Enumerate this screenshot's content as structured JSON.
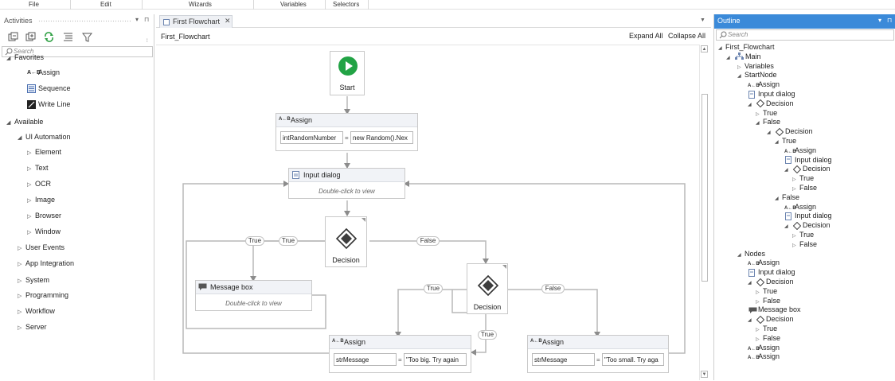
{
  "menu": [
    "File",
    "Edit",
    "Wizards",
    "Variables",
    "Selectors"
  ],
  "activities": {
    "title": "Activities",
    "search_placeholder": "Search",
    "tree": [
      {
        "label": "Favorites",
        "twisty": "expanded",
        "level": 0
      },
      {
        "label": "Assign",
        "icon": "assign",
        "level": 2
      },
      {
        "label": "Sequence",
        "icon": "sequence",
        "level": 2
      },
      {
        "label": "Write Line",
        "icon": "writeline",
        "level": 2
      },
      {
        "label": "Available",
        "twisty": "expanded",
        "level": 0
      },
      {
        "label": "UI Automation",
        "twisty": "expanded",
        "level": 1
      },
      {
        "label": "Element",
        "twisty": "collapsed",
        "level": 2
      },
      {
        "label": "Text",
        "twisty": "collapsed",
        "level": 2
      },
      {
        "label": "OCR",
        "twisty": "collapsed",
        "level": 2
      },
      {
        "label": "Image",
        "twisty": "collapsed",
        "level": 2
      },
      {
        "label": "Browser",
        "twisty": "collapsed",
        "level": 2
      },
      {
        "label": "Window",
        "twisty": "collapsed",
        "level": 2
      },
      {
        "label": "User Events",
        "twisty": "collapsed",
        "level": 1
      },
      {
        "label": "App Integration",
        "twisty": "collapsed",
        "level": 1
      },
      {
        "label": "System",
        "twisty": "collapsed",
        "level": 1
      },
      {
        "label": "Programming",
        "twisty": "collapsed",
        "level": 1
      },
      {
        "label": "Workflow",
        "twisty": "collapsed",
        "level": 1
      },
      {
        "label": "Server",
        "twisty": "collapsed",
        "level": 1
      }
    ]
  },
  "designer": {
    "tab_label": "First Flowchart",
    "breadcrumb": "First_Flowchart",
    "expand_all": "Expand All",
    "collapse_all": "Collapse All",
    "start_label": "Start",
    "assign1": {
      "title": "Assign",
      "to": "intRandomNumber",
      "value": "new Random().Nex"
    },
    "input_dialog": {
      "title": "Input dialog",
      "hint": "Double-click to view"
    },
    "decision1_label": "Decision",
    "decision2_label": "Decision",
    "message_box": {
      "title": "Message box",
      "hint": "Double-click to view"
    },
    "assign2": {
      "title": "Assign",
      "to": "strMessage",
      "value": "\"Too big. Try again"
    },
    "assign3": {
      "title": "Assign",
      "to": "strMessage",
      "value": "\"Too small. Try aga"
    },
    "edge_labels": {
      "true_outer": "True",
      "true_inner": "True",
      "false1": "False",
      "true2": "True",
      "false2": "False",
      "true3": "True"
    },
    "eq": "="
  },
  "outline": {
    "title": "Outline",
    "search_placeholder": "Search",
    "tree": [
      {
        "label": "First_Flowchart",
        "twisty": "expanded",
        "indent": 0
      },
      {
        "label": "Main",
        "twisty": "expanded",
        "icon": "flowchart",
        "indent": 1
      },
      {
        "label": "Variables",
        "twisty": "collapsed",
        "indent": 2
      },
      {
        "label": "StartNode",
        "twisty": "expanded",
        "indent": 2
      },
      {
        "label": "Assign",
        "icon": "assign",
        "indent": 3
      },
      {
        "label": "Input dialog",
        "icon": "dialog",
        "indent": 3
      },
      {
        "label": "Decision",
        "twisty": "expanded",
        "icon": "decision",
        "indent": 3
      },
      {
        "label": "True",
        "twisty": "collapsed",
        "indent": 4
      },
      {
        "label": "False",
        "twisty": "expanded",
        "indent": 4
      },
      {
        "label": "Decision",
        "twisty": "expanded",
        "icon": "decision",
        "indent": 5
      },
      {
        "label": "True",
        "twisty": "expanded",
        "indent": 6
      },
      {
        "label": "Assign",
        "icon": "assign",
        "indent": 7
      },
      {
        "label": "Input dialog",
        "icon": "dialog",
        "indent": 7
      },
      {
        "label": "Decision",
        "twisty": "expanded",
        "icon": "decision",
        "indent": 7
      },
      {
        "label": "True",
        "twisty": "collapsed",
        "indent": 8
      },
      {
        "label": "False",
        "twisty": "collapsed",
        "indent": 8
      },
      {
        "label": "False",
        "twisty": "expanded",
        "indent": 6
      },
      {
        "label": "Assign",
        "icon": "assign",
        "indent": 7
      },
      {
        "label": "Input dialog",
        "icon": "dialog",
        "indent": 7
      },
      {
        "label": "Decision",
        "twisty": "expanded",
        "icon": "decision",
        "indent": 7
      },
      {
        "label": "True",
        "twisty": "collapsed",
        "indent": 8
      },
      {
        "label": "False",
        "twisty": "collapsed",
        "indent": 8
      },
      {
        "label": "Nodes",
        "twisty": "expanded",
        "indent": 2
      },
      {
        "label": "Assign",
        "icon": "assign",
        "indent": 3
      },
      {
        "label": "Input dialog",
        "icon": "dialog",
        "indent": 3
      },
      {
        "label": "Decision",
        "twisty": "expanded",
        "icon": "decision",
        "indent": 3
      },
      {
        "label": "True",
        "twisty": "collapsed",
        "indent": 4
      },
      {
        "label": "False",
        "twisty": "collapsed",
        "indent": 4
      },
      {
        "label": "Message box",
        "icon": "msgbox",
        "indent": 3
      },
      {
        "label": "Decision",
        "twisty": "expanded",
        "icon": "decision",
        "indent": 3
      },
      {
        "label": "True",
        "twisty": "collapsed",
        "indent": 4
      },
      {
        "label": "False",
        "twisty": "collapsed",
        "indent": 4
      },
      {
        "label": "Assign",
        "icon": "assign",
        "indent": 3
      },
      {
        "label": "Assign",
        "icon": "assign",
        "indent": 3
      }
    ]
  },
  "colors": {
    "accent": "#3b8ad9",
    "start_green": "#22a345",
    "connector": "#b9b9b9",
    "arrow": "#8c8c8c"
  }
}
